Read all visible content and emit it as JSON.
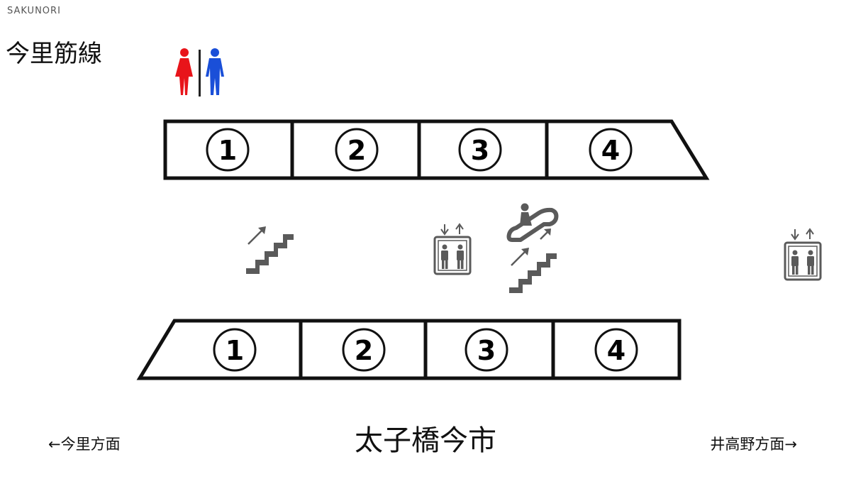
{
  "brand": "SAKUNORI",
  "line_title": "今里筋線",
  "station_name": "太子橋今市",
  "direction_left": "←今里方面",
  "direction_right": "井高野方面→",
  "upper_train": {
    "cars": [
      {
        "number": "1"
      },
      {
        "number": "2"
      },
      {
        "number": "3"
      },
      {
        "number": "4"
      }
    ]
  },
  "lower_train": {
    "cars": [
      {
        "number": "1"
      },
      {
        "number": "2"
      },
      {
        "number": "3"
      },
      {
        "number": "4"
      }
    ]
  },
  "facilities": [
    {
      "icon": "restroom-icon"
    },
    {
      "icon": "stairs-icon"
    },
    {
      "icon": "elevator-icon"
    },
    {
      "icon": "escalator-icon"
    },
    {
      "icon": "stairs-icon"
    },
    {
      "icon": "elevator-icon"
    }
  ],
  "colors": {
    "restroom_female": "#e8141a",
    "restroom_male": "#1a4fd8",
    "icon_gray": "#5a5a5a",
    "outline": "#111111"
  }
}
